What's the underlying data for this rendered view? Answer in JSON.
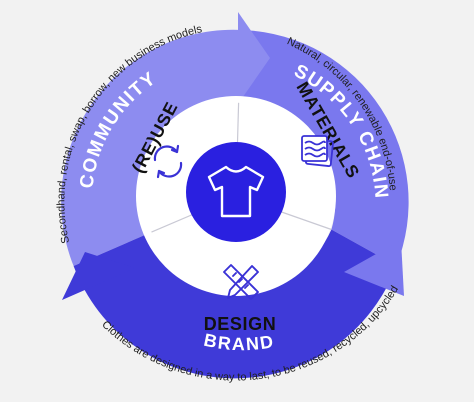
{
  "colors": {
    "background": "#f2f2f2",
    "ring_light": "#8d8cf0",
    "ring_mid": "#7a78ee",
    "ring_dark": "#3f3ad8",
    "center_circle": "#2a20e0",
    "inner_disc": "#ffffff",
    "icon_stroke": "#3a32d6",
    "divider": "#c9c9d4"
  },
  "ring": {
    "community": "COMMUNITY",
    "supply_chain": "SUPPLY CHAIN",
    "brand": "BRAND"
  },
  "segments": {
    "reuse": {
      "label": "(RE)USE",
      "icon": "recycle-arrows-icon"
    },
    "materials": {
      "label": "MATERIALS",
      "icon": "fabric-swatch-icon"
    },
    "design": {
      "label": "DESIGN",
      "icon": "ruler-pencil-icon"
    }
  },
  "center": {
    "icon": "t-shirt-icon"
  },
  "captions": {
    "community": "Secondhand, rental, swap, borrow, new business models",
    "supply_chain": "Natural, circular, renewable end-of-use",
    "brand": "Clothes are designed in a way to last, to be reused, recycled, upcycled"
  }
}
